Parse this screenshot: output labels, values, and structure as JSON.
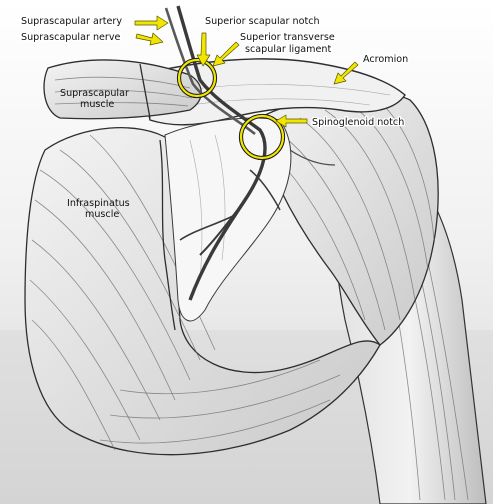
{
  "labels": {
    "suprascapular_artery": "Suprascapular artery",
    "suprascapular_nerve": "Suprascapular nerve",
    "superior_scapular_notch": "Superior scapular notch",
    "superior_transverse_line1": "Superior transverse",
    "superior_transverse_line2": "scapular ligament",
    "acromion": "Acromion",
    "suprascapular_muscle_line1": "Suprascapular",
    "suprascapular_muscle_line2": "muscle",
    "spinoglenoid_notch": "Spinoglenoid notch",
    "infraspinatus_line1": "Infraspinatus",
    "infraspinatus_line2": "muscle"
  },
  "colors": {
    "highlight": "#f2e500",
    "ink": "#111111",
    "paper": "#ffffff",
    "background_tint": "#dcdcdc"
  }
}
